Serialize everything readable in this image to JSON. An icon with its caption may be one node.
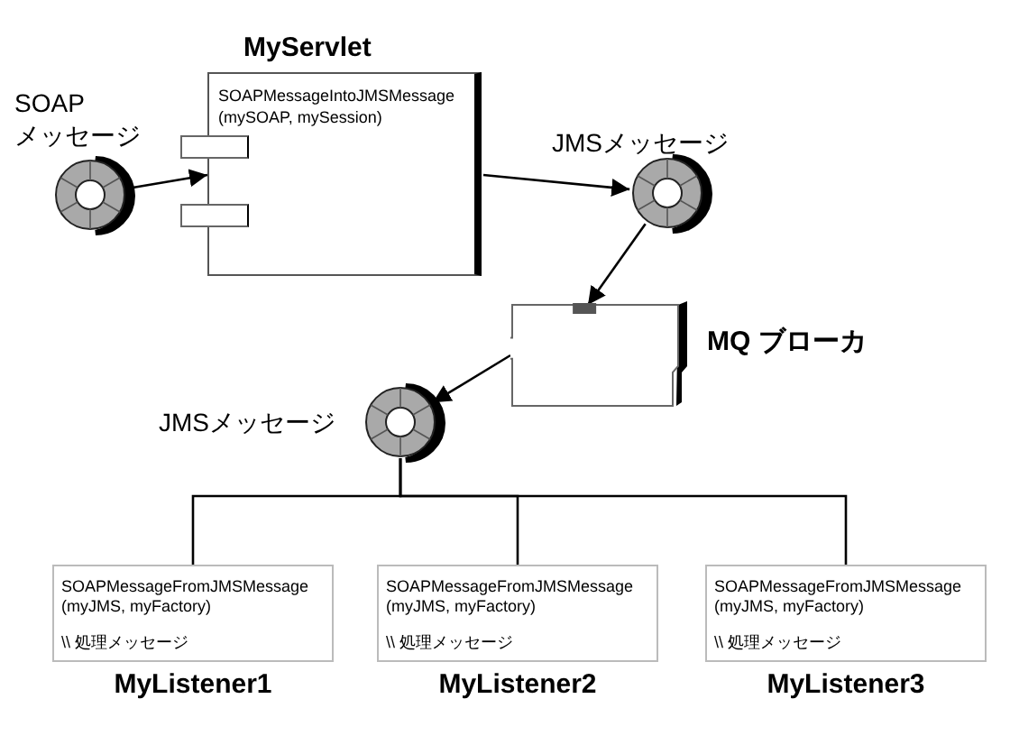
{
  "diagram": {
    "nodes": [
      {
        "text": [
          "SOAP メッセージ"
        ]
      },
      {
        "text": [
          "MyServlet",
          "SOAPMessageIntoJMSMessage (mySOAP, mySession)"
        ]
      },
      {
        "text": [
          "JMSメッセージ"
        ]
      },
      {
        "text": [
          "MQ ブローカ"
        ]
      },
      {
        "text": [
          "JMSメッセージ"
        ]
      },
      {
        "text": [
          "SOAPMessageFromJMSMessage (myJMS, myFactory)",
          "\\\\ 処理メッセージ",
          "MyListener1"
        ]
      },
      {
        "text": [
          "SOAPMessageFromJMSMessage (myJMS, myFactory)",
          "\\\\ 処理メッセージ",
          "MyListener2"
        ]
      },
      {
        "text": [
          "SOAPMessageFromJMSMessage (myJMS, myFactory)",
          "\\\\ 処理メッセージ",
          "MyListener3"
        ]
      }
    ],
    "edges": [
      {
        "from": 0,
        "to": 1,
        "arrow": "to"
      },
      {
        "from": 1,
        "to": 2,
        "arrow": "to"
      },
      {
        "from": 2,
        "to": 3,
        "arrow": "to"
      },
      {
        "from": 3,
        "to": 4,
        "arrow": "to"
      },
      {
        "from": 4,
        "to": 5,
        "arrow": "none"
      },
      {
        "from": 4,
        "to": 6,
        "arrow": "none"
      },
      {
        "from": 4,
        "to": 7,
        "arrow": "none"
      }
    ]
  }
}
